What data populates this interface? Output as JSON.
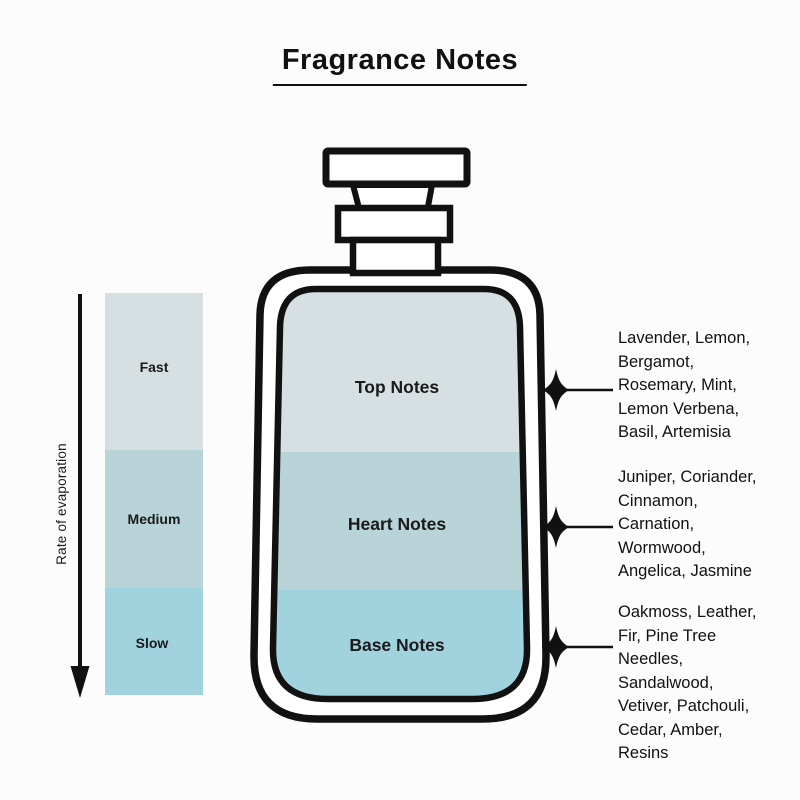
{
  "title": "Fragrance Notes",
  "evaporation_axis": {
    "label": "Rate of evaporation",
    "levels": [
      {
        "label": "Fast",
        "color": "#d6e0e2"
      },
      {
        "label": "Medium",
        "color": "#b8d4d9"
      },
      {
        "label": "Slow",
        "color": "#a1d3df"
      }
    ]
  },
  "bottle": {
    "sections": [
      {
        "label": "Top Notes",
        "color": "#d6e0e2",
        "notes": [
          "Lavender, Lemon,",
          "Bergamot,",
          "Rosemary, Mint,",
          "Lemon Verbena,",
          "Basil, Artemisia"
        ]
      },
      {
        "label": "Heart Notes",
        "color": "#b8d4d9",
        "notes": [
          "Juniper, Coriander,",
          "Cinnamon,",
          "Carnation,",
          "Wormwood,",
          "Angelica, Jasmine"
        ]
      },
      {
        "label": "Base Notes",
        "color": "#a1d3df",
        "notes": [
          "Oakmoss, Leather,",
          "Fir, Pine Tree",
          "Needles,",
          "Sandalwood,",
          "Vetiver, Patchouli,",
          "Cedar, Amber,",
          "Resins"
        ]
      }
    ]
  },
  "colors": {
    "outline": "#111111",
    "text": "#111111",
    "background": "#fcfcfc"
  }
}
